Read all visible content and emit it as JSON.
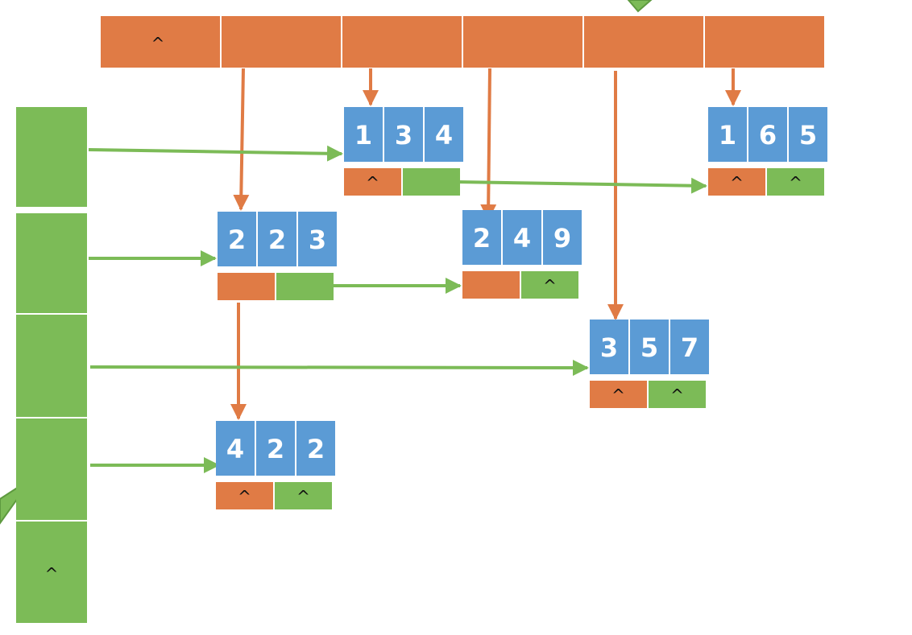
{
  "colors": {
    "row_head": "#E07B45",
    "col_head": "#7CBB57",
    "node_value": "#5B9BD5",
    "right_ptr": "#E07B45",
    "down_ptr": "#7CBB57",
    "orange_arrow": "#E07B45",
    "green_arrow": "#7CBB57"
  },
  "null_symbol": "^",
  "top_heads": [
    {
      "label": "^"
    },
    {
      "label": ""
    },
    {
      "label": ""
    },
    {
      "label": ""
    },
    {
      "label": ""
    },
    {
      "label": ""
    }
  ],
  "left_heads": [
    {
      "label": ""
    },
    {
      "label": ""
    },
    {
      "label": ""
    },
    {
      "label": ""
    },
    {
      "label": "^"
    }
  ],
  "nodes": [
    {
      "id": "n134",
      "row": "1",
      "col": "3",
      "val": "4",
      "down_ptr": "^",
      "right_ptr": ""
    },
    {
      "id": "n165",
      "row": "1",
      "col": "6",
      "val": "5",
      "down_ptr": "^",
      "right_ptr": "^"
    },
    {
      "id": "n223",
      "row": "2",
      "col": "2",
      "val": "3",
      "down_ptr": "",
      "right_ptr": ""
    },
    {
      "id": "n249",
      "row": "2",
      "col": "4",
      "val": "9",
      "down_ptr": "",
      "right_ptr": "^"
    },
    {
      "id": "n357",
      "row": "3",
      "col": "5",
      "val": "7",
      "down_ptr": "^",
      "right_ptr": "^"
    },
    {
      "id": "n422",
      "row": "4",
      "col": "2",
      "val": "2",
      "down_ptr": "^",
      "right_ptr": "^"
    }
  ]
}
